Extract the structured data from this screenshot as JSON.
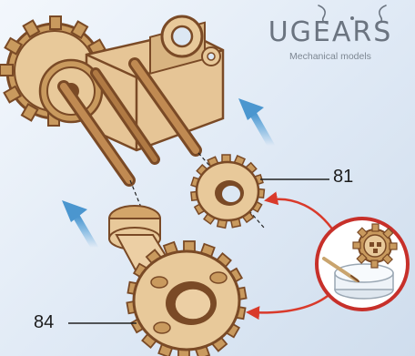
{
  "brand": {
    "name": "UGEARS",
    "tagline": "Mechanical models"
  },
  "callouts": [
    {
      "id": "81",
      "label": "81"
    },
    {
      "id": "84",
      "label": "84"
    }
  ],
  "colors": {
    "wood_light": "#e8c99a",
    "wood_mid": "#c99a5e",
    "wood_dark": "#7a4a26",
    "arrow_blue": "#5aa3d8",
    "arrow_red": "#d93a2b",
    "circle_red": "#c7302a",
    "leader": "#222222"
  },
  "icons": {
    "brand_logo": "ugears-horns-logo",
    "assembly_arrow": "blue-upward-arrow",
    "lubricant_inset": "wax-applicator-icon"
  }
}
